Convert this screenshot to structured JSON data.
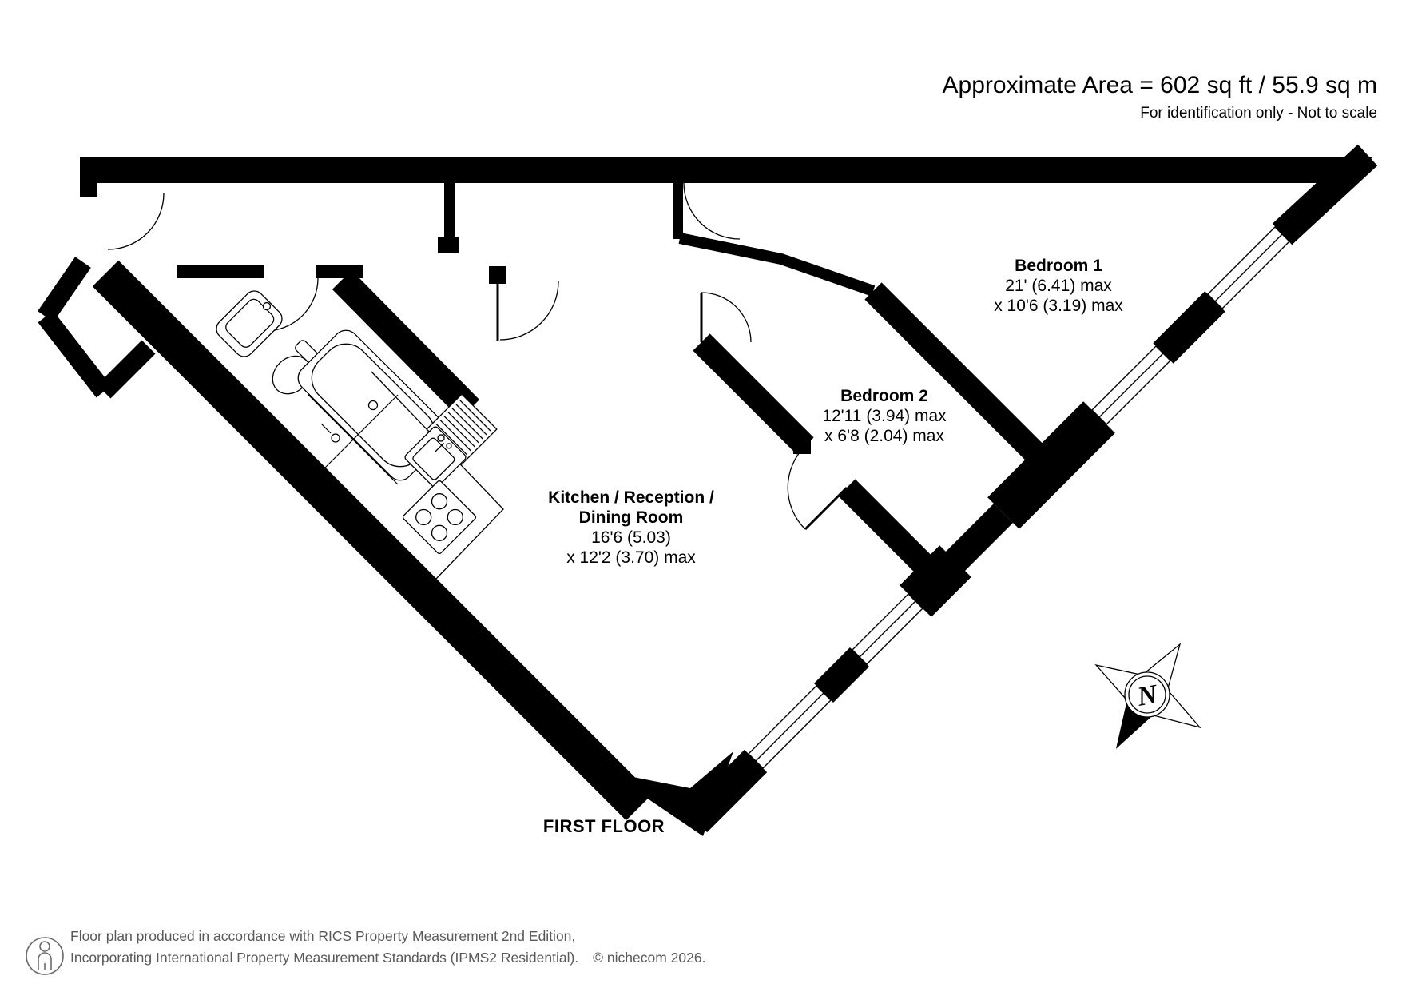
{
  "header": {
    "area_text": "Approximate Area = 602 sq ft / 55.9 sq m",
    "scale_note": "For identification only - Not to scale"
  },
  "plan": {
    "floor_label": "FIRST FLOOR",
    "rooms": [
      {
        "name": "Bedroom 1",
        "size_line1": "21' (6.41) max",
        "size_line2": "x 10'6 (3.19) max"
      },
      {
        "name": "Bedroom 2",
        "size_line1": "12'11 (3.94) max",
        "size_line2": "x 6'8 (2.04) max"
      },
      {
        "name_line1": "Kitchen / Reception /",
        "name_line2": "Dining Room",
        "size_line1": "16'6 (5.03)",
        "size_line2": "x 12'2 (3.70) max"
      }
    ]
  },
  "compass": {
    "north_letter": "N"
  },
  "footer": {
    "line1": "Floor plan produced in accordance with RICS Property Measurement 2nd Edition,",
    "line2": "Incorporating International Property Measurement Standards (IPMS2 Residential).",
    "copyright": "© nichecom 2026."
  },
  "colors": {
    "wall": "#000000",
    "footer_text": "#58595b"
  }
}
